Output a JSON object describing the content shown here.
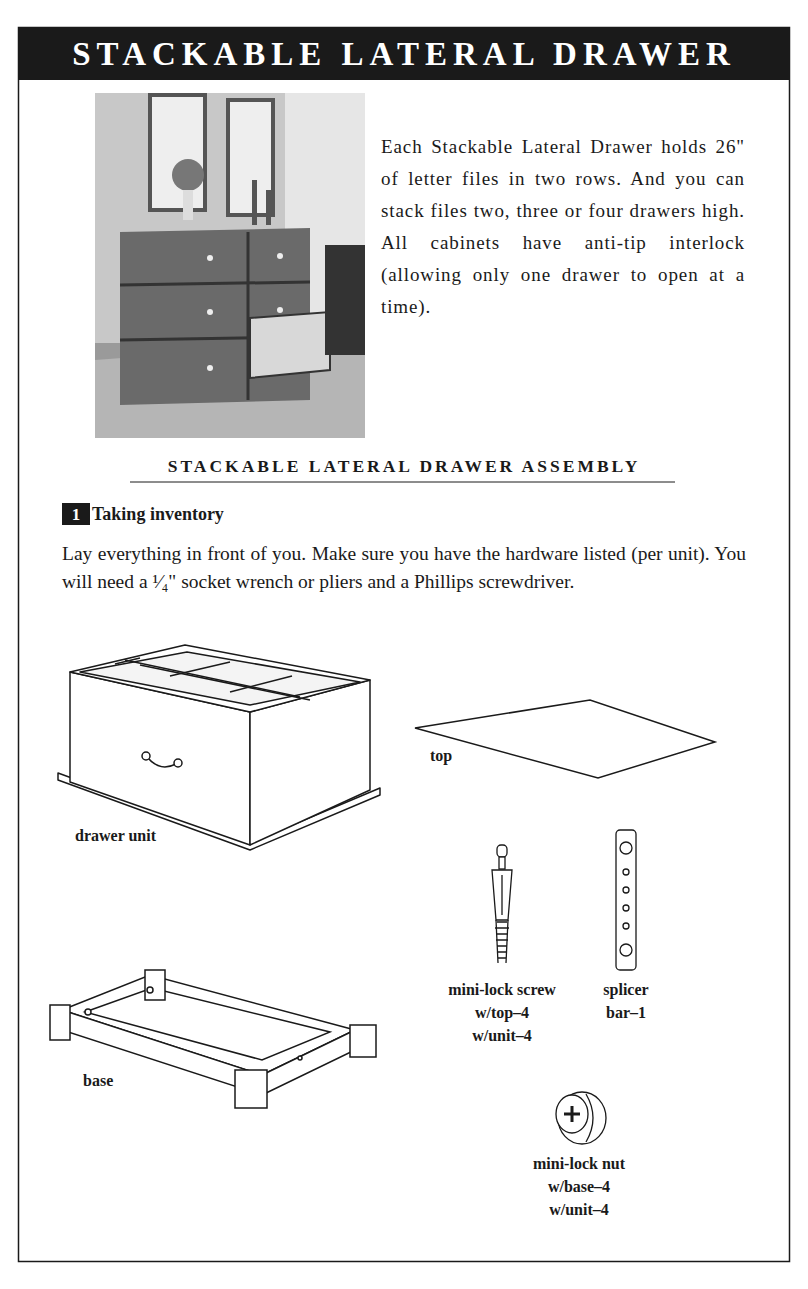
{
  "diagram": {
    "title": "STACKABLE LATERAL DRAWER",
    "nodes": [
      {
        "text": [
          "1"
        ]
      }
    ],
    "labels": [
      "Each Stackable Lateral Drawer holds 26\" of letter files in two rows. And you can stack files two, three or four drawers high. All cabinets have anti-tip interlock (allowing only one drawer to open at a time).",
      "STACKABLE LATERAL DRAWER ASSEMBLY",
      "Taking inventory",
      "Lay everything in front of you. Make sure you have the hardware listed (per unit). You will need a ¹⁄₄\" socket wrench or pliers and a Phillips screwdriver.",
      "drawer unit",
      "top",
      "mini-lock screw",
      "w/top–4",
      "w/unit–4",
      "splicer",
      "bar–1",
      "base",
      "mini-lock nut",
      "w/base–4",
      "w/unit–4"
    ]
  }
}
